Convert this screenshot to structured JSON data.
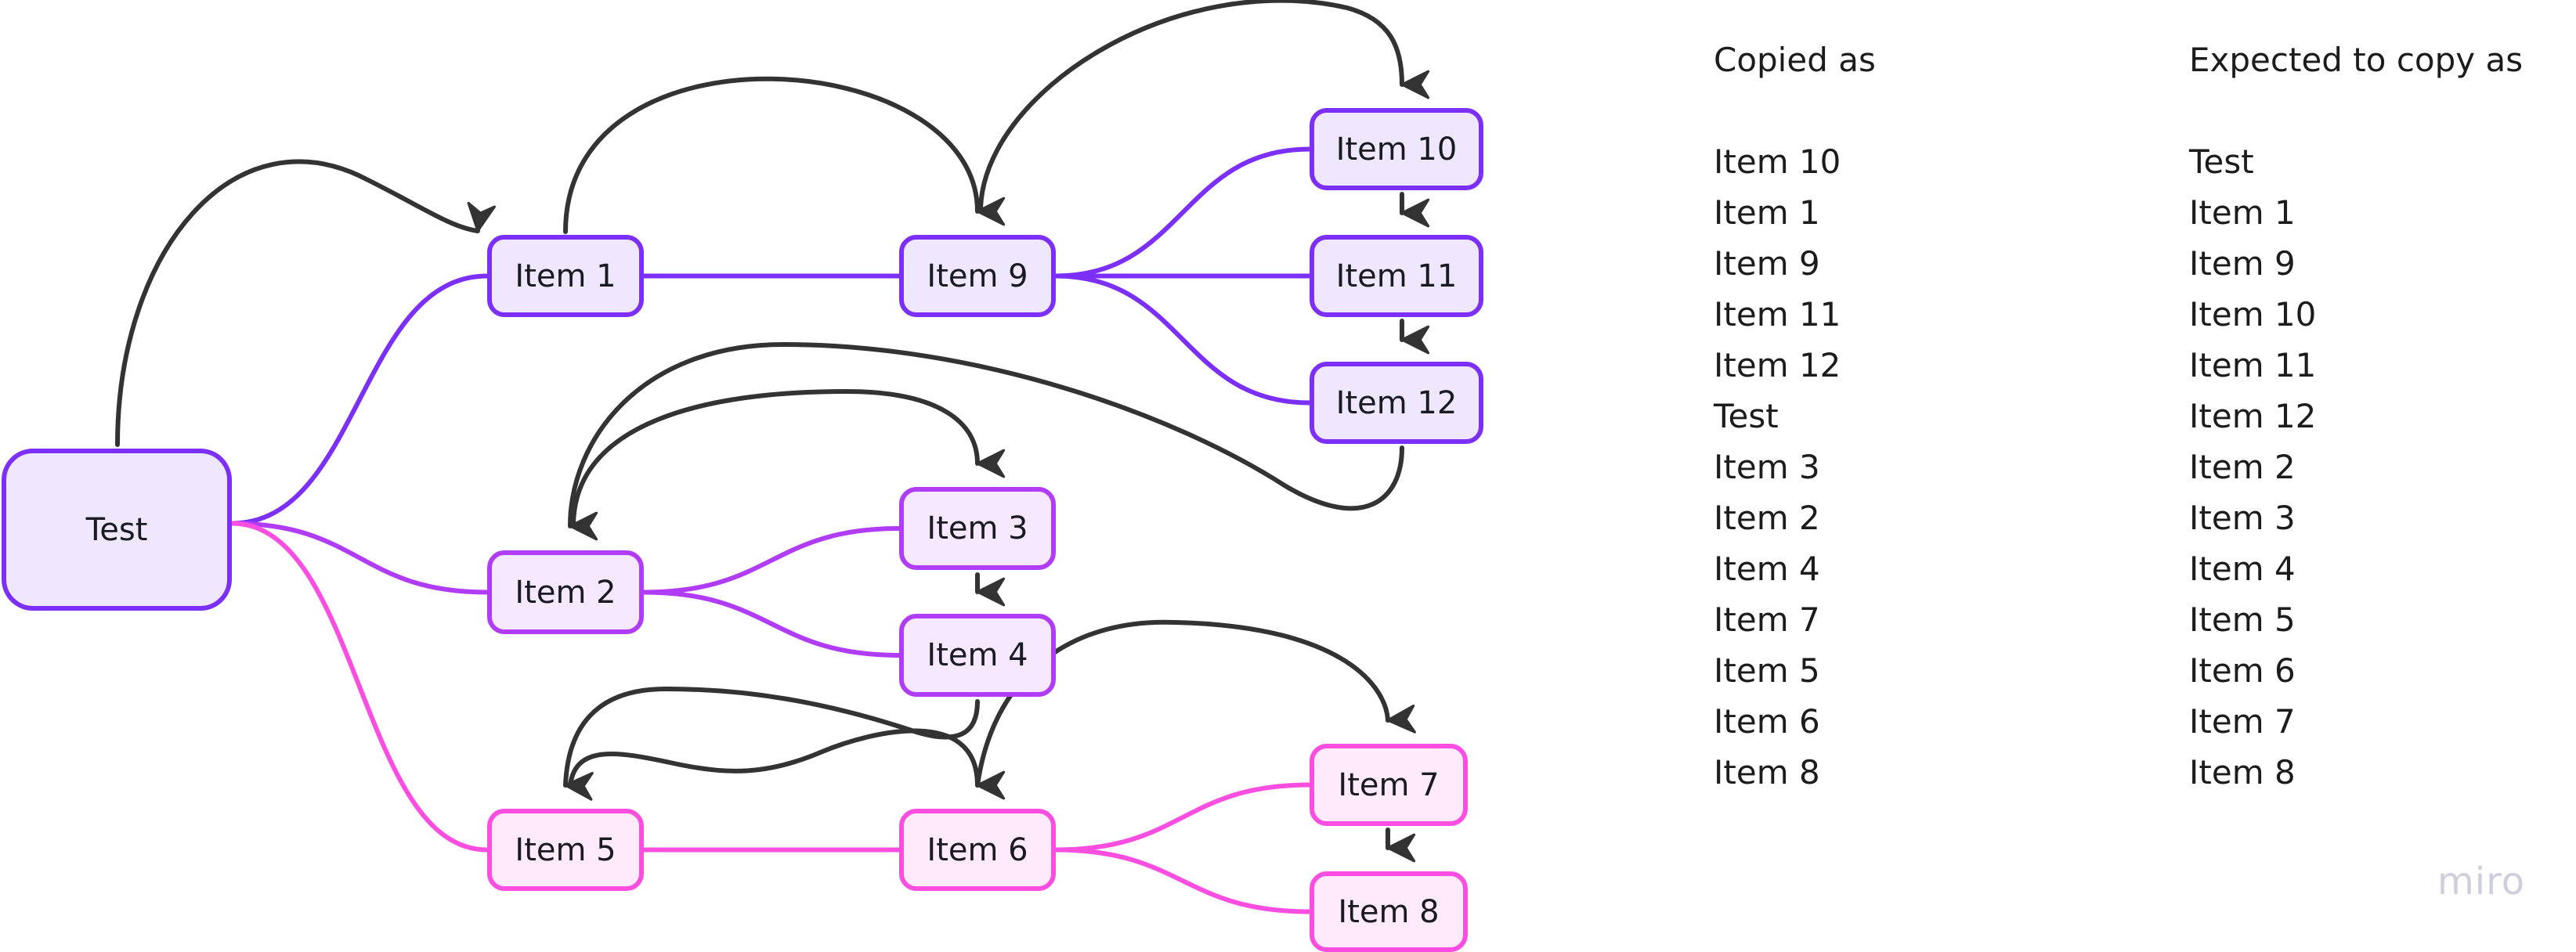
{
  "board": {
    "nodes": [
      {
        "id": "test",
        "label": "Test",
        "group": "violet",
        "root": true
      },
      {
        "id": "item1",
        "label": "Item 1",
        "group": "violet"
      },
      {
        "id": "item9",
        "label": "Item 9",
        "group": "violet"
      },
      {
        "id": "item10",
        "label": "Item 10",
        "group": "violet"
      },
      {
        "id": "item11",
        "label": "Item 11",
        "group": "violet"
      },
      {
        "id": "item12",
        "label": "Item 12",
        "group": "violet"
      },
      {
        "id": "item2",
        "label": "Item 2",
        "group": "purple"
      },
      {
        "id": "item3",
        "label": "Item 3",
        "group": "purple"
      },
      {
        "id": "item4",
        "label": "Item 4",
        "group": "purple"
      },
      {
        "id": "item5",
        "label": "Item 5",
        "group": "pink"
      },
      {
        "id": "item6",
        "label": "Item 6",
        "group": "pink"
      },
      {
        "id": "item7",
        "label": "Item 7",
        "group": "pink"
      },
      {
        "id": "item8",
        "label": "Item 8",
        "group": "pink"
      }
    ],
    "tree_edges": [
      {
        "from": "test",
        "to": "item1",
        "group": "violet"
      },
      {
        "from": "test",
        "to": "item2",
        "group": "purple"
      },
      {
        "from": "test",
        "to": "item5",
        "group": "pink"
      },
      {
        "from": "item1",
        "to": "item9",
        "group": "violet"
      },
      {
        "from": "item9",
        "to": "item10",
        "group": "violet"
      },
      {
        "from": "item9",
        "to": "item11",
        "group": "violet"
      },
      {
        "from": "item9",
        "to": "item12",
        "group": "violet"
      },
      {
        "from": "item2",
        "to": "item3",
        "group": "purple"
      },
      {
        "from": "item2",
        "to": "item4",
        "group": "purple"
      },
      {
        "from": "item5",
        "to": "item6",
        "group": "pink"
      },
      {
        "from": "item6",
        "to": "item7",
        "group": "pink"
      },
      {
        "from": "item6",
        "to": "item8",
        "group": "pink"
      }
    ],
    "order_arrows": [
      {
        "from": "test",
        "to": "item1"
      },
      {
        "from": "item1",
        "to": "item9"
      },
      {
        "from": "item9",
        "to": "item10"
      },
      {
        "from": "item10",
        "to": "item11"
      },
      {
        "from": "item11",
        "to": "item12"
      },
      {
        "from": "item12",
        "to": "item2"
      },
      {
        "from": "item2",
        "to": "item3"
      },
      {
        "from": "item3",
        "to": "item4"
      },
      {
        "from": "item4",
        "to": "item5"
      },
      {
        "from": "item5",
        "to": "item6"
      },
      {
        "from": "item6",
        "to": "item7"
      },
      {
        "from": "item7",
        "to": "item8"
      }
    ],
    "colors": {
      "violet": "#7b2ff7",
      "purple": "#b13cf6",
      "pink": "#fa4ee0",
      "arrow": "#333333"
    }
  },
  "copied": {
    "header": "Copied as",
    "items": [
      "Item 10",
      "Item 1",
      "Item 9",
      "Item 11",
      "Item 12",
      "Test",
      "Item 3",
      "Item 2",
      "Item 4",
      "Item 7",
      "Item 5",
      "Item 6",
      "Item 8"
    ]
  },
  "expected": {
    "header": "Expected to copy as",
    "items": [
      "Test",
      "Item 1",
      "Item 9",
      "Item 10",
      "Item 11",
      "Item 12",
      "Item 2",
      "Item 3",
      "Item 4",
      "Item 5",
      "Item 6",
      "Item 7",
      "Item 8"
    ]
  },
  "watermark": "miro"
}
